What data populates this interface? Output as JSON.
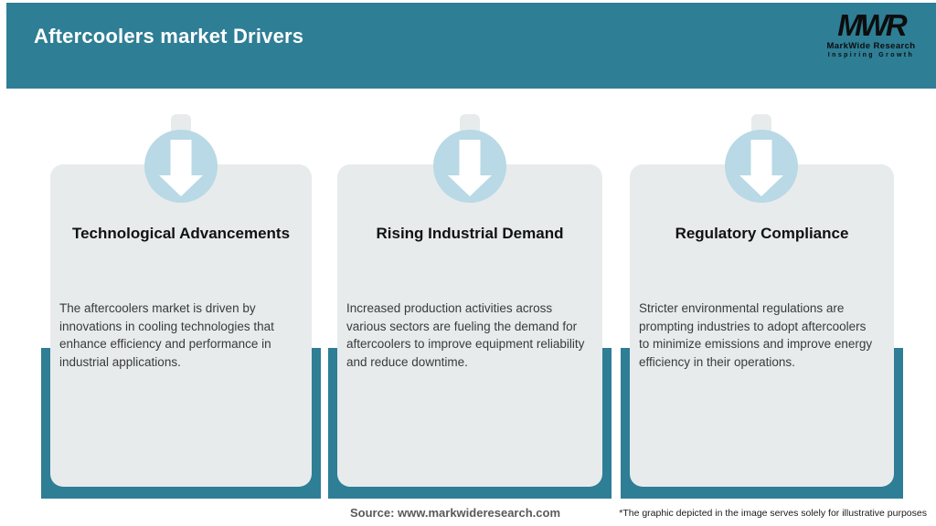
{
  "header": {
    "title": "Aftercoolers market Drivers",
    "logo": {
      "acronym": "MWR",
      "name": "MarkWide Research",
      "tagline": "Inspiring Growth"
    }
  },
  "cards": [
    {
      "icon": "down-arrow-icon",
      "title": "Technological Advancements",
      "body": "The aftercoolers market is driven by innovations in cooling technologies that enhance efficiency and performance in industrial applications."
    },
    {
      "icon": "down-arrow-icon",
      "title": "Rising Industrial Demand",
      "body": "Increased production activities across various sectors are fueling the demand for aftercoolers to improve equipment reliability and reduce downtime."
    },
    {
      "icon": "down-arrow-icon",
      "title": "Regulatory Compliance",
      "body": "Stricter environmental regulations are prompting industries to adopt aftercoolers to minimize emissions and improve energy efficiency in their operations."
    }
  ],
  "footer": {
    "source": "Source: www.markwideresearch.com",
    "disclaimer": "*The graphic depicted in the image serves solely for illustrative purposes"
  },
  "colors": {
    "teal": "#2e7e95",
    "circle_blue": "#b8d9e5",
    "card_gray": "#e8ebec",
    "source_text": "#595959"
  }
}
